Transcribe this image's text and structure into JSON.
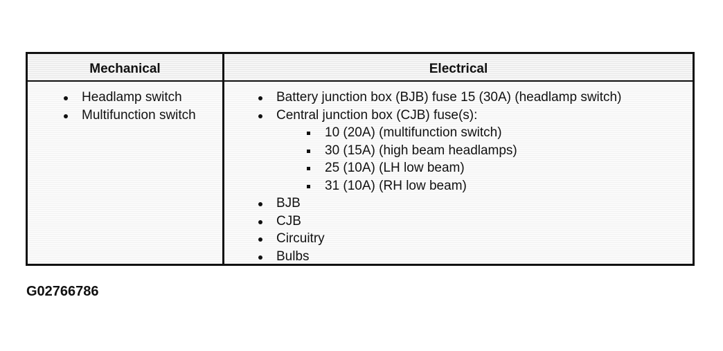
{
  "table": {
    "headers": {
      "mechanical": "Mechanical",
      "electrical": "Electrical"
    },
    "mechanical_items": [
      "Headlamp switch",
      "Multifunction switch"
    ],
    "electrical_items": [
      "Battery junction box (BJB) fuse 15 (30A) (headlamp switch)",
      "Central junction box (CJB) fuse(s):"
    ],
    "cjb_fuses": [
      "10 (20A) (multifunction switch)",
      "30 (15A) (high beam headlamps)",
      "25 (10A) (LH low beam)",
      "31 (10A) (RH low beam)"
    ],
    "electrical_items_more": [
      "BJB",
      "CJB",
      "Circuitry",
      "Bulbs"
    ]
  },
  "footer": {
    "figure_id": "G02766786"
  }
}
